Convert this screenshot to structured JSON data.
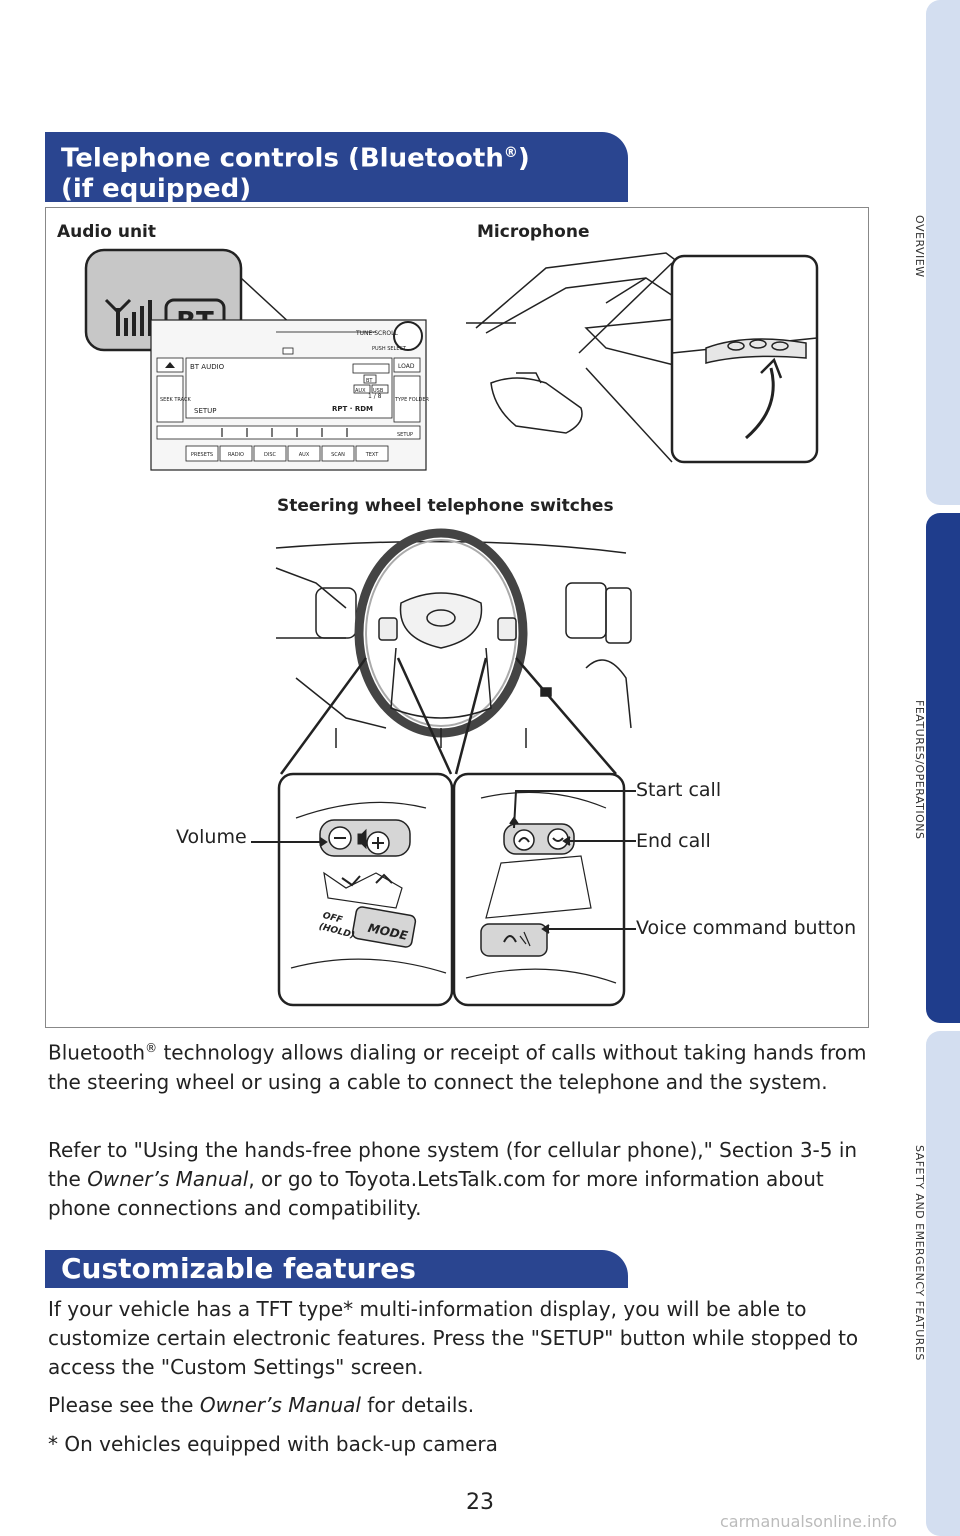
{
  "side_tabs": {
    "tab1": "OVERVIEW",
    "tab2": "FEATURES/OPERATIONS",
    "tab3": "SAFETY AND EMERGENCY FEATURES"
  },
  "section1": {
    "title_line1": "Telephone controls (Bluetooth",
    "reg": "®",
    "title_line1_end": ")",
    "title_line2": "(if equipped)"
  },
  "diagram": {
    "audio_unit": "Audio unit",
    "microphone": "Microphone",
    "steering": "Steering wheel telephone switches",
    "start_call": "Start call",
    "end_call": "End call",
    "volume": "Volume",
    "voice_command": "Voice command button",
    "bt_badge": "BT",
    "radio": {
      "display_top": "BT AUDIO",
      "display_bottom": "SETUP",
      "tune": "TUNE·SCROLL",
      "push": "PUSH SELECT",
      "load": "LOAD",
      "seek": "SEEK TRACK",
      "type": "TYPE FOLDER",
      "rpt": "RPT · RDM",
      "track": "1 / 8",
      "aux": "AUX",
      "usb": "USB",
      "bt": "BT",
      "setup_btn": "SETUP",
      "buttons": [
        "PRESETS",
        "RADIO",
        "DISC",
        "AUX",
        "SCAN",
        "TEXT"
      ]
    },
    "mode": "MODE",
    "off": "OFF",
    "hold": "(HOLD)"
  },
  "paragraphs": {
    "p1_a": "Bluetooth",
    "p1_reg": "®",
    "p1_b": " technology allows dialing or receipt of calls without taking hands from the steering wheel or using a cable to connect the telephone and the system.",
    "p2_a": "Refer to \"Using the hands-free phone system (for cellular phone),\" Section 3-5 in the ",
    "p2_i": "Owner’s Manual",
    "p2_b": ", or go to Toyota.LetsTalk.com for more information about phone connections and compatibility.",
    "section2_title": "Customizable features",
    "p3": "If your vehicle has a TFT type* multi-information display, you will be able to customize certain electronic features. Press the \"SETUP\" button while stopped to access the \"Custom Settings\" screen.",
    "p4_a": "Please see the ",
    "p4_i": "Owner’s Manual",
    "p4_b": " for details.",
    "p5": "* On vehicles equipped with back-up camera"
  },
  "page_number": "23",
  "watermark": "carmanualsonline.info"
}
